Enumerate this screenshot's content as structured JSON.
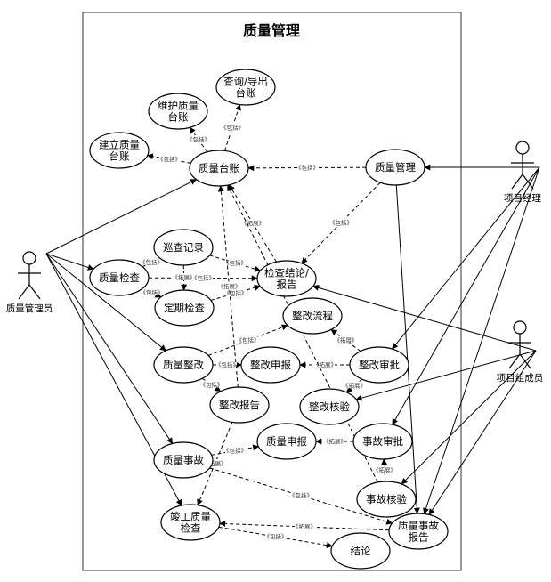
{
  "title": "质量管理",
  "actors": [
    {
      "id": "qm",
      "label": "质量管理员"
    },
    {
      "id": "pm",
      "label": "项目经理"
    },
    {
      "id": "tm",
      "label": "项目组成员"
    }
  ],
  "use_cases": [
    {
      "id": "c1",
      "label": [
        "维护质量",
        "台账"
      ]
    },
    {
      "id": "c2",
      "label": [
        "查询/导出",
        "台账"
      ]
    },
    {
      "id": "c3",
      "label": [
        "建立质量",
        "台账"
      ]
    },
    {
      "id": "c4",
      "label": [
        "质量台账"
      ]
    },
    {
      "id": "c5",
      "label": [
        "质量管理"
      ]
    },
    {
      "id": "c6",
      "label": [
        "巡查记录"
      ]
    },
    {
      "id": "c7",
      "label": [
        "质量检查"
      ]
    },
    {
      "id": "c8",
      "label": [
        "检查结论/",
        "报告"
      ]
    },
    {
      "id": "c9",
      "label": [
        "定期检查"
      ]
    },
    {
      "id": "c10",
      "label": [
        "整改流程"
      ]
    },
    {
      "id": "c11",
      "label": [
        "质量整改"
      ]
    },
    {
      "id": "c12",
      "label": [
        "整改申报"
      ]
    },
    {
      "id": "c13",
      "label": [
        "整改审批"
      ]
    },
    {
      "id": "c14",
      "label": [
        "整改报告"
      ]
    },
    {
      "id": "c15",
      "label": [
        "整改核验"
      ]
    },
    {
      "id": "c16",
      "label": [
        "质量申报"
      ]
    },
    {
      "id": "c17",
      "label": [
        "事故审批"
      ]
    },
    {
      "id": "c18",
      "label": [
        "质量事故"
      ]
    },
    {
      "id": "c19",
      "label": [
        "事故核验"
      ]
    },
    {
      "id": "c20",
      "label": [
        "竣工质量",
        "检查"
      ]
    },
    {
      "id": "c21",
      "label": [
        "质量事故",
        "报告"
      ]
    },
    {
      "id": "c22",
      "label": [
        "结论"
      ]
    }
  ],
  "associations": [
    {
      "from": "qm",
      "to": "c4"
    },
    {
      "from": "qm",
      "to": "c7"
    },
    {
      "from": "qm",
      "to": "c11"
    },
    {
      "from": "qm",
      "to": "c18"
    },
    {
      "from": "qm",
      "to": "c20"
    },
    {
      "from": "pm",
      "to": "c5"
    },
    {
      "from": "pm",
      "to": "c13"
    },
    {
      "from": "pm",
      "to": "c17"
    },
    {
      "from": "pm",
      "to": "c21"
    },
    {
      "from": "tm",
      "to": "c8"
    },
    {
      "from": "tm",
      "to": "c15"
    },
    {
      "from": "tm",
      "to": "c19"
    },
    {
      "from": "tm",
      "to": "c21"
    },
    {
      "from": "c5",
      "to": "c21"
    }
  ],
  "relations": [
    {
      "from": "c4",
      "to": "c1",
      "label": "《包括》"
    },
    {
      "from": "c4",
      "to": "c2",
      "label": "《包括》"
    },
    {
      "from": "c4",
      "to": "c3",
      "label": "《包括》"
    },
    {
      "from": "c5",
      "to": "c4",
      "label": "《包括》"
    },
    {
      "from": "c5",
      "to": "c8",
      "label": "《包括》"
    },
    {
      "from": "c8",
      "to": "c4",
      "label": "《拓展》"
    },
    {
      "from": "c7",
      "to": "c6",
      "label": "《包括》"
    },
    {
      "from": "c7",
      "to": "c9",
      "label": "《包括》"
    },
    {
      "from": "c7",
      "to": "c8",
      "label": "《包括》"
    },
    {
      "from": "c6",
      "to": "c8",
      "label": "《包括》"
    },
    {
      "from": "c9",
      "to": "c8",
      "label": "《包括》"
    },
    {
      "from": "c6",
      "to": "c9",
      "label": "《拓展》"
    },
    {
      "from": "c11",
      "to": "c10",
      "label": "《包括》"
    },
    {
      "from": "c11",
      "to": "c12",
      "label": "《包括》"
    },
    {
      "from": "c11",
      "to": "c14",
      "label": "《包括》"
    },
    {
      "from": "c13",
      "to": "c10",
      "label": "《拓展》"
    },
    {
      "from": "c13",
      "to": "c12",
      "label": "《拓展》"
    },
    {
      "from": "c13",
      "to": "c15",
      "label": "《拓展》"
    },
    {
      "from": "c14",
      "to": "c4",
      "label": "《拓展》"
    },
    {
      "from": "c18",
      "to": "c16",
      "label": "《包括》"
    },
    {
      "from": "c17",
      "to": "c16",
      "label": "《拓展》"
    },
    {
      "from": "c19",
      "to": "c17",
      "label": "《拓展》"
    },
    {
      "from": "c14",
      "to": "c20",
      "label": "《拓展》"
    },
    {
      "from": "c18",
      "to": "c21",
      "label": "《包括》"
    },
    {
      "from": "c21",
      "to": "c20",
      "label": "《拓展》"
    },
    {
      "from": "c20",
      "to": "c22",
      "label": "《包括》"
    },
    {
      "from": "c19",
      "to": "c4",
      "label": ""
    }
  ]
}
